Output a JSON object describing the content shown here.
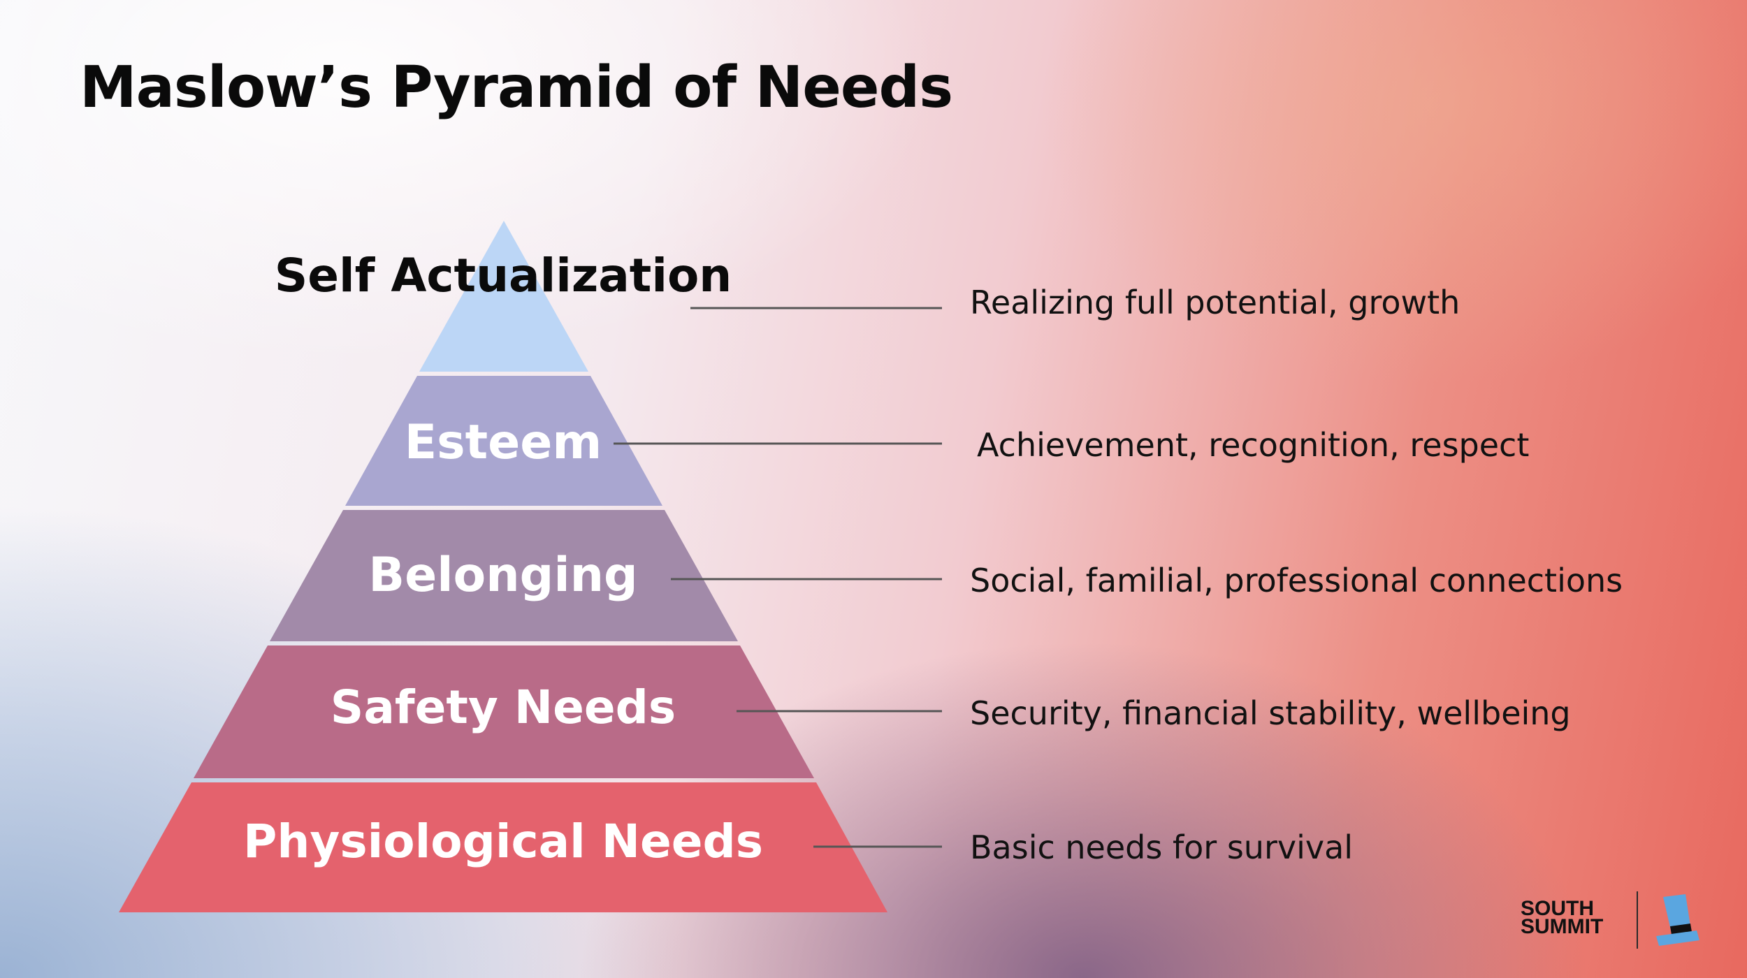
{
  "title": "Maslow’s Pyramid of Needs",
  "tiers": [
    {
      "label": "Self Actualization",
      "description": "Realizing full potential, growth",
      "color": "#bcd6f6"
    },
    {
      "label": "Esteem",
      "description": "Achievement, recognition, respect",
      "color": "#a9a6d0"
    },
    {
      "label": "Belonging",
      "description": "Social, familial, professional connections",
      "color": "#a28aa9"
    },
    {
      "label": "Safety Needs",
      "description": "Security, financial stability, wellbeing",
      "color": "#b96b88"
    },
    {
      "label": "Physiological Needs",
      "description": "Basic needs for survival",
      "color": "#e4626d"
    }
  ],
  "logo": {
    "line1": "SOUTH",
    "line2": "SUMMIT",
    "icon": "top-hat-icon",
    "hat_color": "#5aa6e0"
  },
  "colors": {
    "connector": "#555555",
    "title": "#0a0a0a",
    "tier_separator": "#e9ecf3"
  }
}
